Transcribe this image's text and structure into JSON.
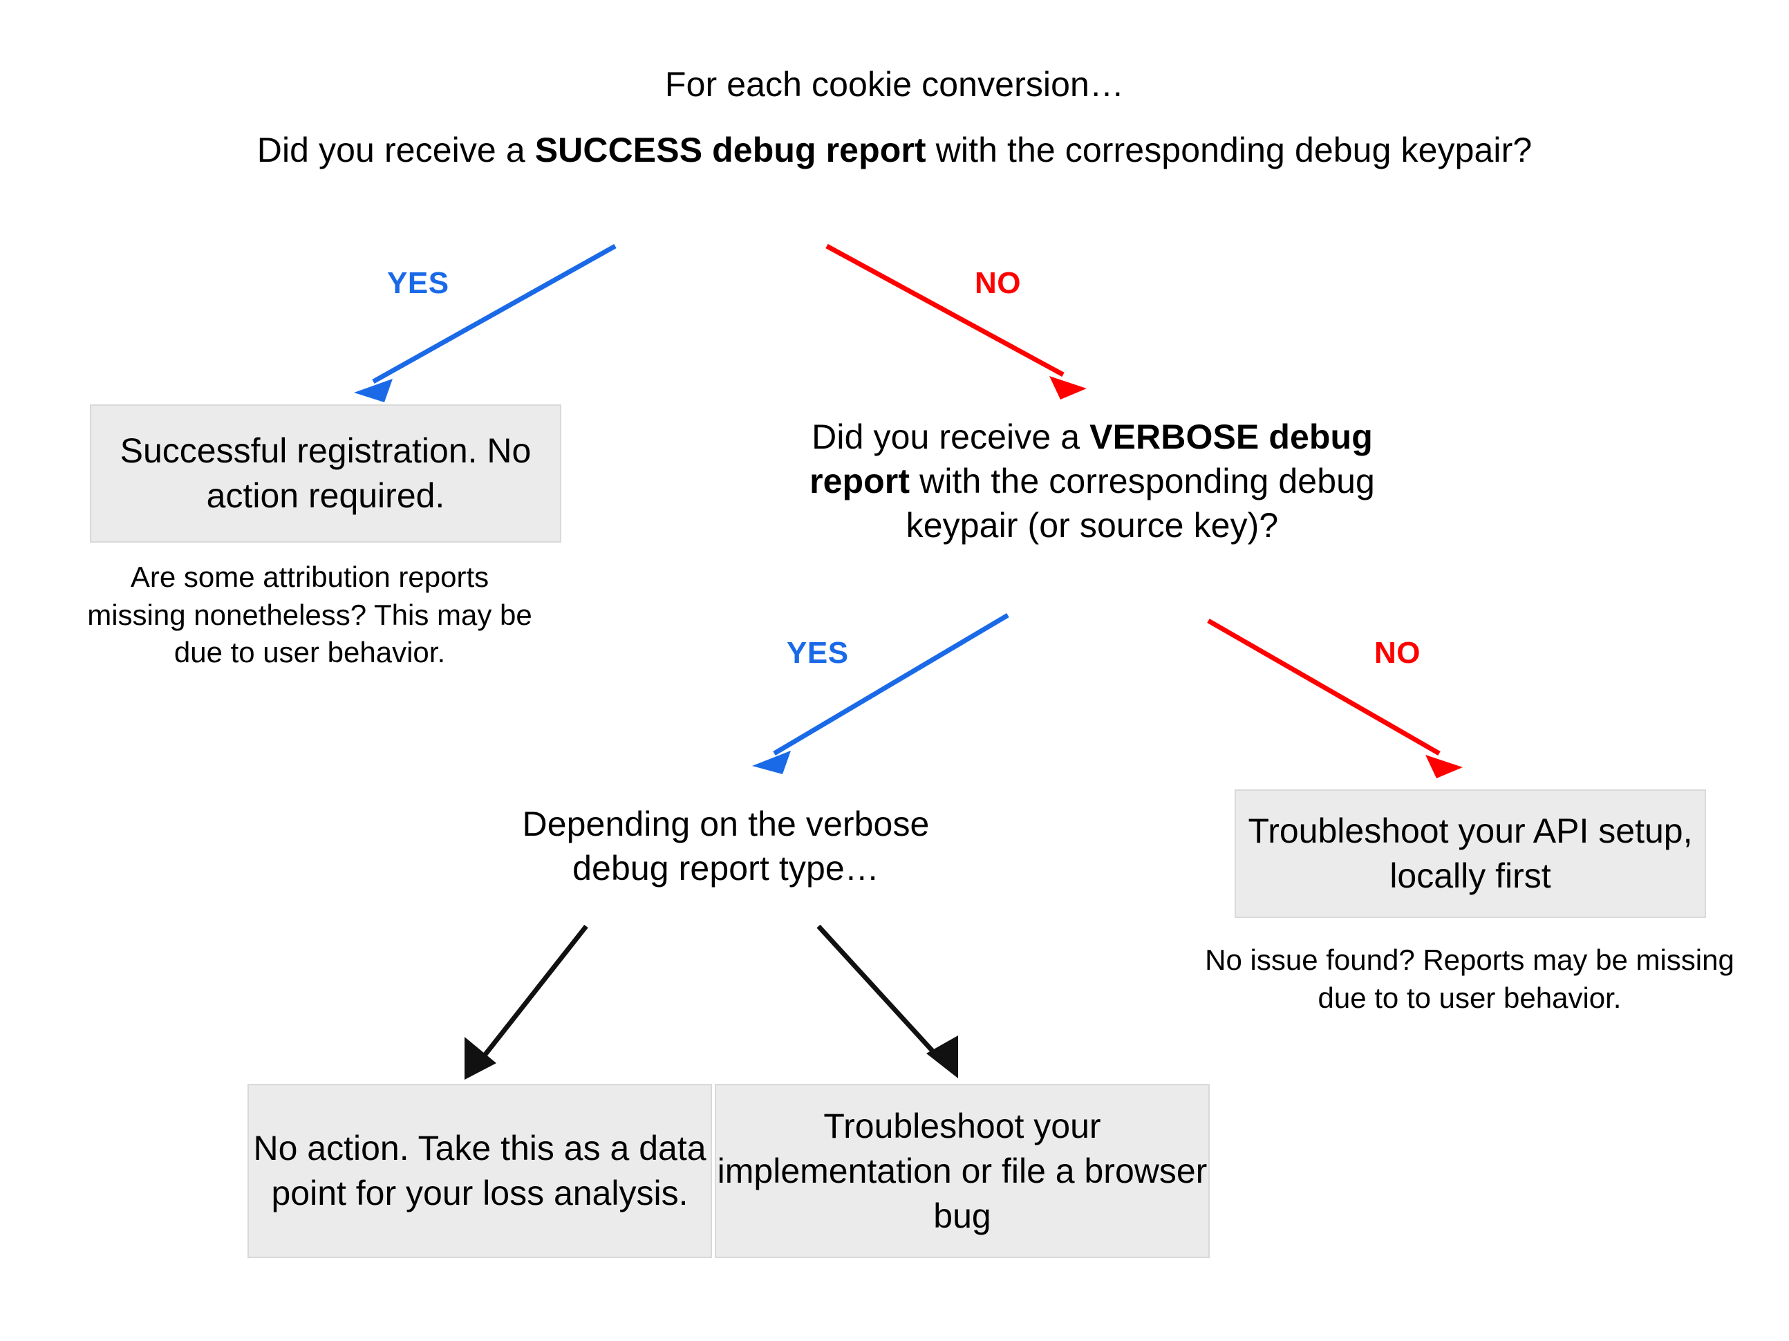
{
  "diagram": {
    "title": "Cookie conversion debug report troubleshooting decision tree",
    "background_color": "#ffffff",
    "colors": {
      "yes": "#1a6ae8",
      "no": "#ff0000",
      "neutral_arrow": "#000000",
      "box_fill": "#ebebeb",
      "box_border": "#d9d9d9",
      "text": "#000000"
    }
  },
  "nodes": {
    "lead_in": "For each cookie conversion…",
    "root_question": {
      "part1": "Did you receive a ",
      "bold": "SUCCESS debug report",
      "part2": " with the corresponding debug keypair?"
    },
    "verbose_question": {
      "part1": "Did you receive a ",
      "bold": "VERBOSE debug report",
      "part2": " with the corresponding debug keypair (or source key)?"
    },
    "verbose_type": "Depending on the verbose debug report type…",
    "box_success": "Successful registration. No action required.",
    "box_api": "Troubleshoot your API setup, locally first",
    "box_no_action": "No action. Take this as a data point for your loss analysis.",
    "box_implementation": "Troubleshoot your implementation or file a browser bug"
  },
  "captions": {
    "success_caption": "Are some attribution reports missing nonetheless? This may be due to user behavior.",
    "api_caption": "No issue found? Reports may be missing due to to user behavior."
  },
  "edges": [
    {
      "id": "edge-yes-1",
      "label": "YES",
      "color": "#1a6ae8",
      "from": "root_question",
      "to": "box_success"
    },
    {
      "id": "edge-no-1",
      "label": "NO",
      "color": "#ff0000",
      "from": "root_question",
      "to": "verbose_question"
    },
    {
      "id": "edge-yes-2",
      "label": "YES",
      "color": "#1a6ae8",
      "from": "verbose_question",
      "to": "verbose_type"
    },
    {
      "id": "edge-no-2",
      "label": "NO",
      "color": "#ff0000",
      "from": "verbose_question",
      "to": "box_api"
    },
    {
      "id": "edge-type-left",
      "label": "",
      "color": "#000000",
      "from": "verbose_type",
      "to": "box_no_action"
    },
    {
      "id": "edge-type-right",
      "label": "",
      "color": "#000000",
      "from": "verbose_type",
      "to": "box_implementation"
    }
  ]
}
